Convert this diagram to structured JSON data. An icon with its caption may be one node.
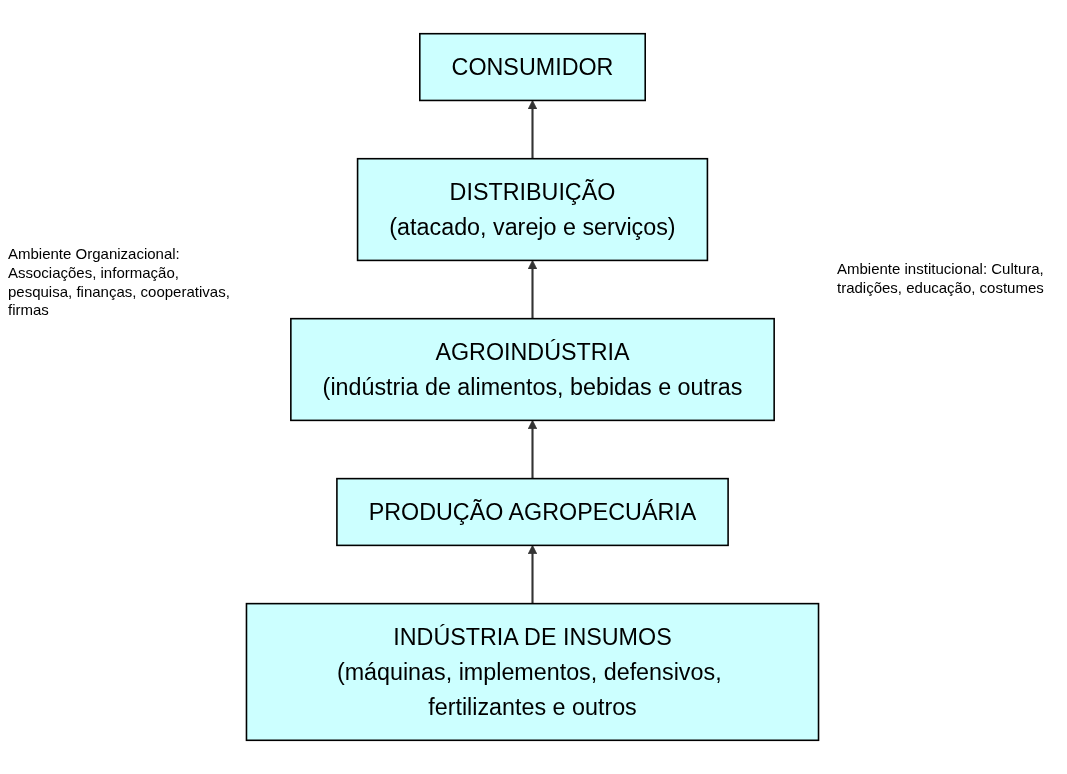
{
  "diagram": {
    "nodes": [
      {
        "text": [
          "CONSUMIDOR"
        ]
      },
      {
        "text": [
          "DISTRIBUIÇÃO",
          "(atacado, varejo e serviços)"
        ]
      },
      {
        "text": [
          "AGROINDÚSTRIA",
          "(indústria de alimentos, bebidas e outras"
        ]
      },
      {
        "text": [
          "PRODUÇÃO AGROPECUÁRIA"
        ]
      },
      {
        "text": [
          "INDÚSTRIA DE INSUMOS",
          "(máquinas, implementos, defensivos, fertilizantes e outros"
        ]
      }
    ],
    "edges": [
      {
        "from": 1,
        "to": 0,
        "arrow": "to"
      },
      {
        "from": 2,
        "to": 1,
        "arrow": "to"
      },
      {
        "from": 3,
        "to": 2,
        "arrow": "to"
      },
      {
        "from": 4,
        "to": 3,
        "arrow": "to"
      }
    ],
    "labels": [
      "Ambiente Organizacional: Associações, informação, pesquisa, finanças, cooperativas, firmas",
      "Ambiente institucional: Cultura, tradições, educação, costumes"
    ]
  }
}
